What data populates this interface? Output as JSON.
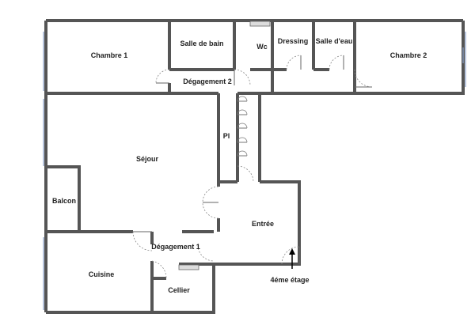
{
  "rooms": {
    "chambre1": "Chambre 1",
    "salle_de_bain": "Salle de bain",
    "wc": "Wc",
    "dressing": "Dressing",
    "salle_eau": "Salle d'eau",
    "chambre2": "Chambre 2",
    "degagement2": "Dégagement 2",
    "pl": "Pl",
    "sejour": "Séjour",
    "balcon": "Balcon",
    "entree": "Entrée",
    "degagement1": "Dégagement 1",
    "cuisine": "Cuisine",
    "cellier": "Cellier"
  },
  "entrance_label": "4éme étage"
}
